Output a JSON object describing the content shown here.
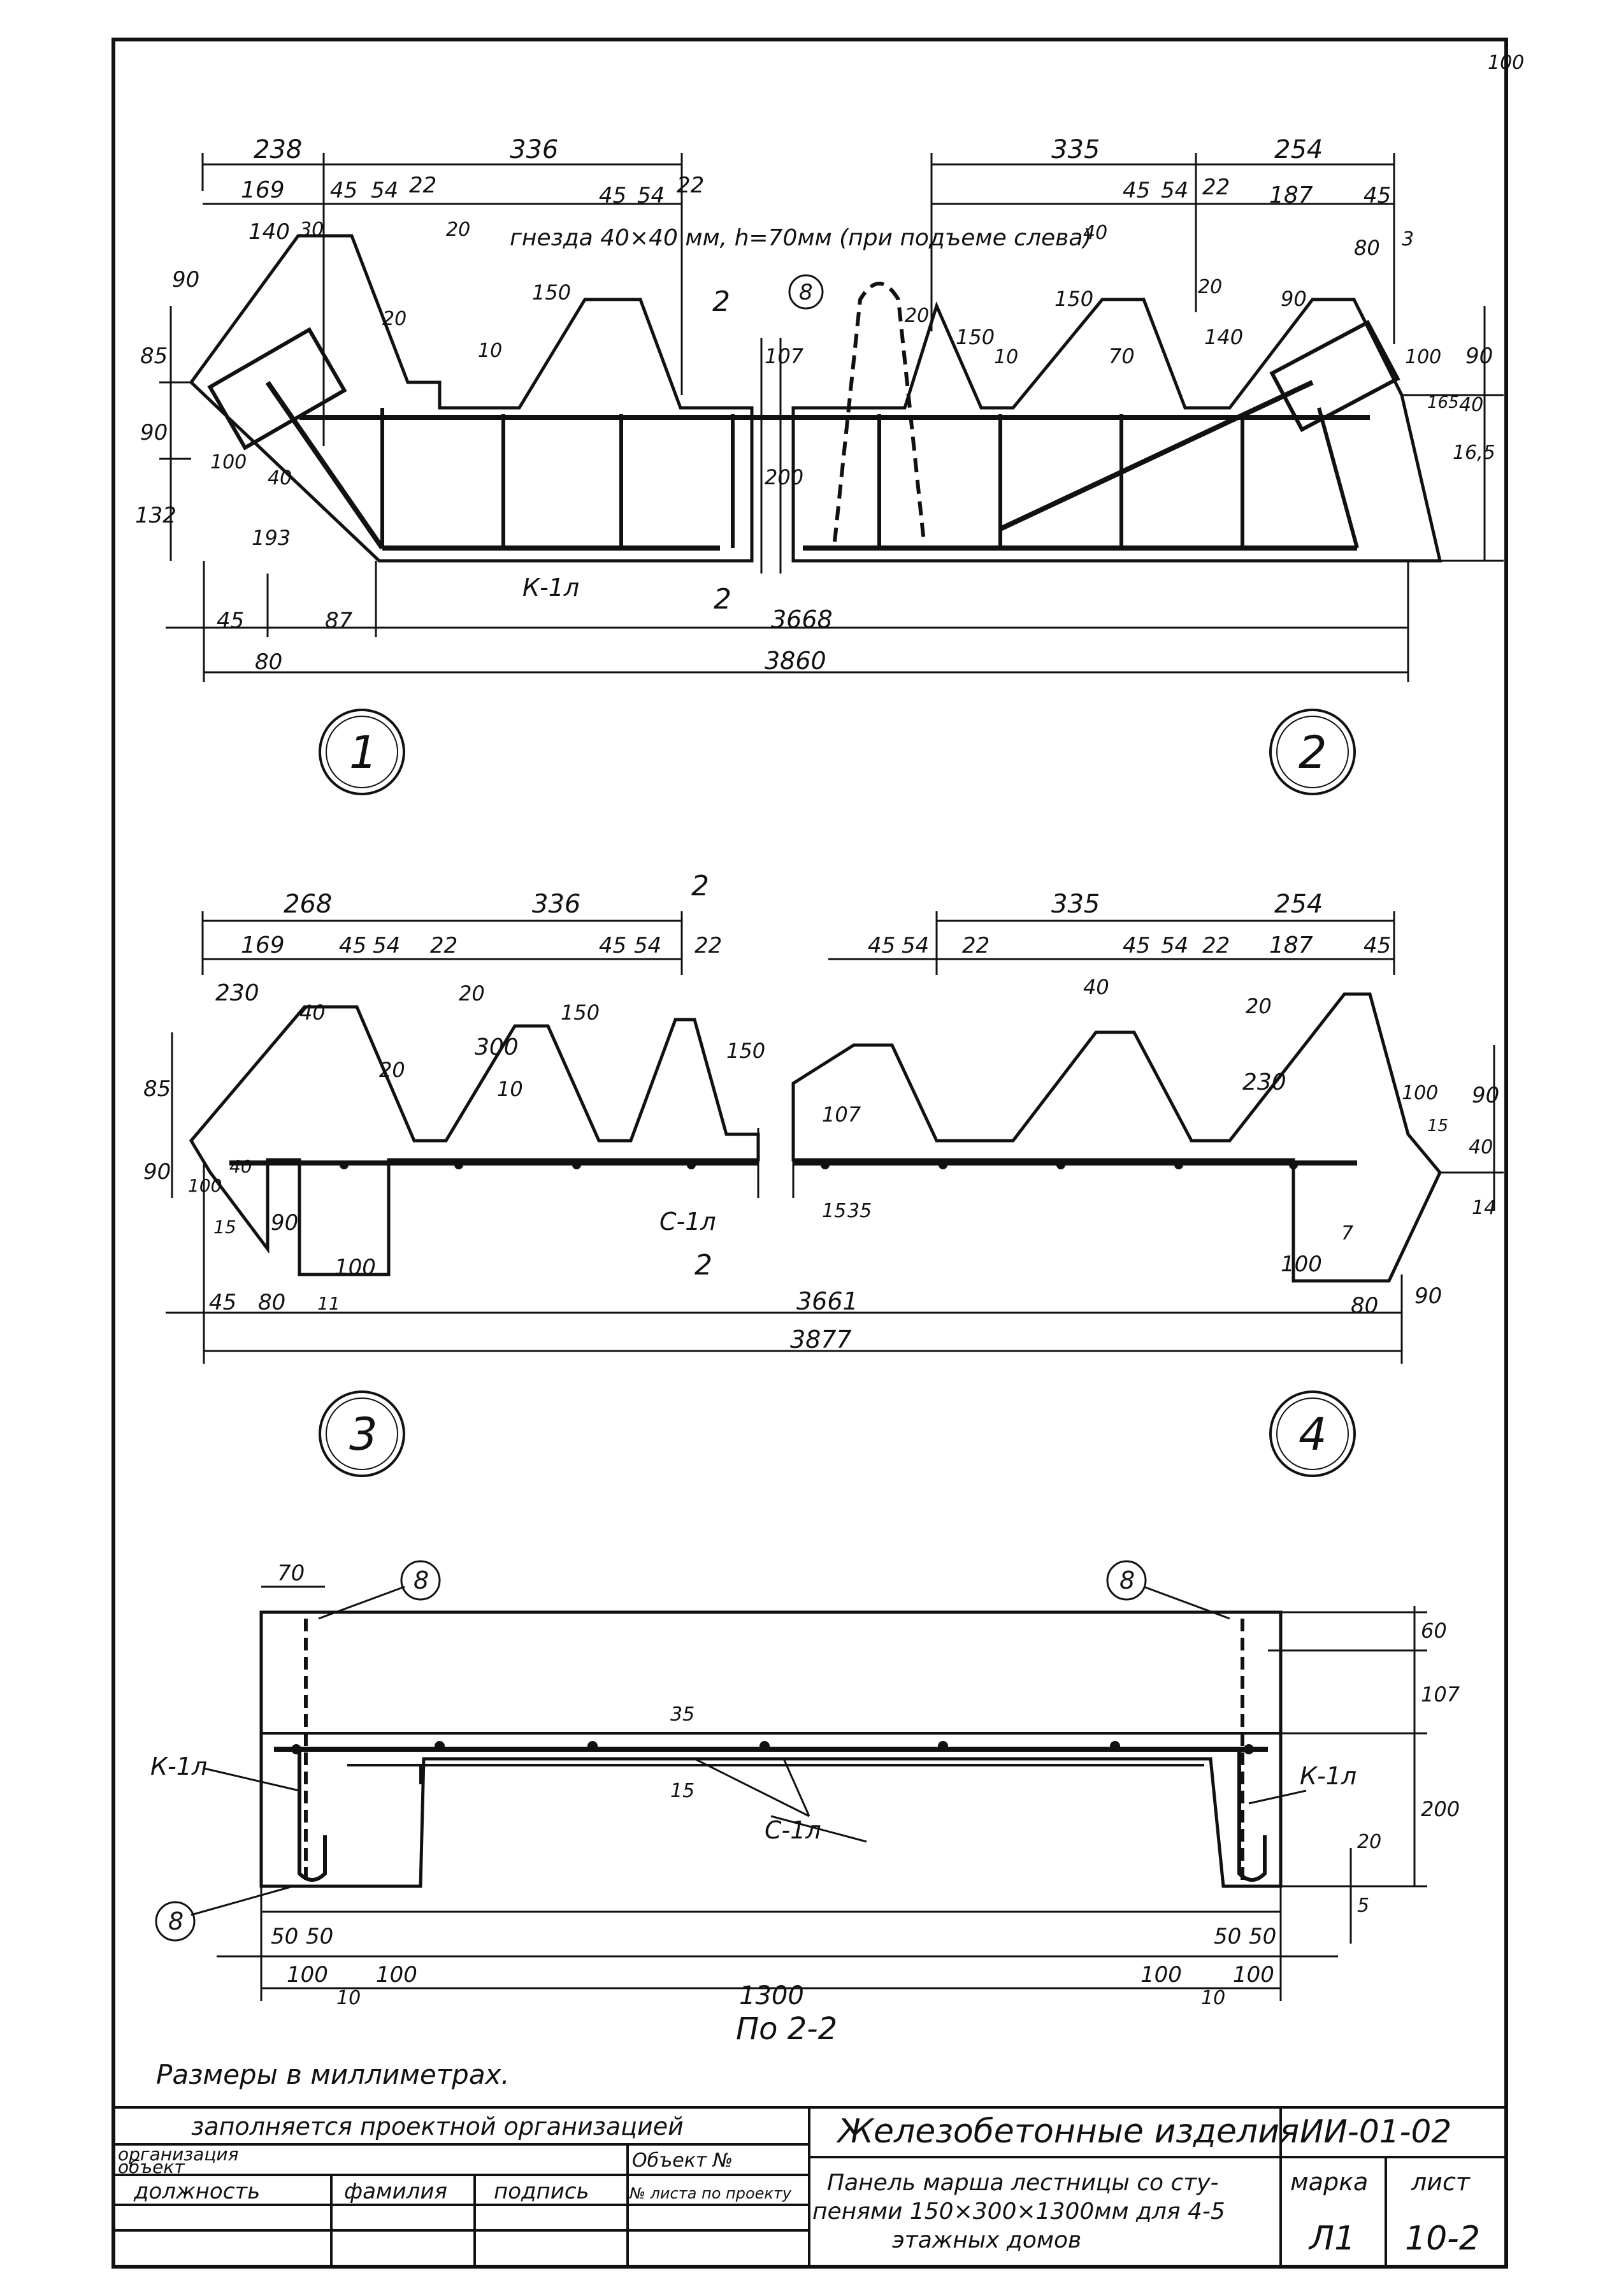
{
  "page_number": "100",
  "view1": {
    "top_dims_left": [
      "238",
      "336"
    ],
    "sub_dims_left": [
      "169",
      "45",
      "54",
      "22",
      "45",
      "54",
      "22"
    ],
    "top_dims_right": [
      "335",
      "254"
    ],
    "sub_dims_right": [
      "45",
      "54",
      "22",
      "187",
      "45"
    ],
    "note": "гнезда 40×40 мм, h=70мм (при подъеме слева)",
    "labels": [
      "90",
      "140",
      "30",
      "20",
      "20",
      "150",
      "10",
      "85",
      "90",
      "132",
      "100",
      "40",
      "193",
      "107",
      "200",
      "20",
      "150",
      "10",
      "150",
      "40",
      "20",
      "70",
      "140",
      "90",
      "80",
      "3",
      "100",
      "90",
      "165",
      "40",
      "16,5"
    ],
    "rebar_label": "К-1л",
    "section_mark": "2",
    "bottom_dims": [
      "45",
      "87",
      "80",
      "3668",
      "3860"
    ],
    "position_mark": "8"
  },
  "circle_labels": [
    "1",
    "2",
    "3",
    "4"
  ],
  "view3": {
    "top_dims_left": [
      "268",
      "336"
    ],
    "sub_dims_left": [
      "169",
      "45",
      "54",
      "22",
      "45",
      "54",
      "22"
    ],
    "labels": [
      "230",
      "40",
      "20",
      "20",
      "300",
      "150",
      "10",
      "150",
      "85",
      "90",
      "100",
      "40",
      "15",
      "90"
    ],
    "rebar_label": "С-1л",
    "bottom_dims": [
      "45",
      "80",
      "100",
      "11",
      "3661",
      "3877"
    ],
    "section_mark": "2"
  },
  "view4": {
    "top_dims_right": [
      "335",
      "254"
    ],
    "sub_dims_left": [
      "45",
      "54",
      "22"
    ],
    "sub_dims_right": [
      "45",
      "54",
      "22",
      "187",
      "45"
    ],
    "labels": [
      "40",
      "20",
      "230",
      "107",
      "15",
      "35",
      "100",
      "90",
      "15",
      "40",
      "14",
      "7",
      "100",
      "80",
      "90"
    ]
  },
  "section": {
    "top_dims": [
      "70"
    ],
    "right_dims": [
      "60",
      "107",
      "200",
      "20",
      "5"
    ],
    "labels": [
      "35",
      "15"
    ],
    "rebar_labels": [
      "К-1л",
      "К-1л",
      "С-1л"
    ],
    "position_marks": [
      "8",
      "8",
      "8"
    ],
    "bottom_dims_left": [
      "50",
      "50",
      "100",
      "100",
      "10"
    ],
    "bottom_dims_right": [
      "50",
      "50",
      "100",
      "100",
      "10"
    ],
    "overall": "1300",
    "caption": "По 2-2"
  },
  "note": "Размеры в миллиметрах.",
  "title_block": {
    "filled_by": "заполняется проектной организацией",
    "organization": "организация",
    "object": "объект",
    "object_no": "Объект №",
    "position": "должность",
    "surname": "фамилия",
    "signature": "подпись",
    "sheet_no_by_project": "№ листа по проекту",
    "title": "Железобетонные изделия",
    "series": "ИИ-01-02",
    "description_1": "Панель марша лестницы со сту-",
    "description_2": "пенями 150×300×1300мм для 4-5",
    "description_3": "этажных домов",
    "mark_label": "марка",
    "mark": "Л1",
    "sheet_label": "лист",
    "sheet": "10-2"
  }
}
